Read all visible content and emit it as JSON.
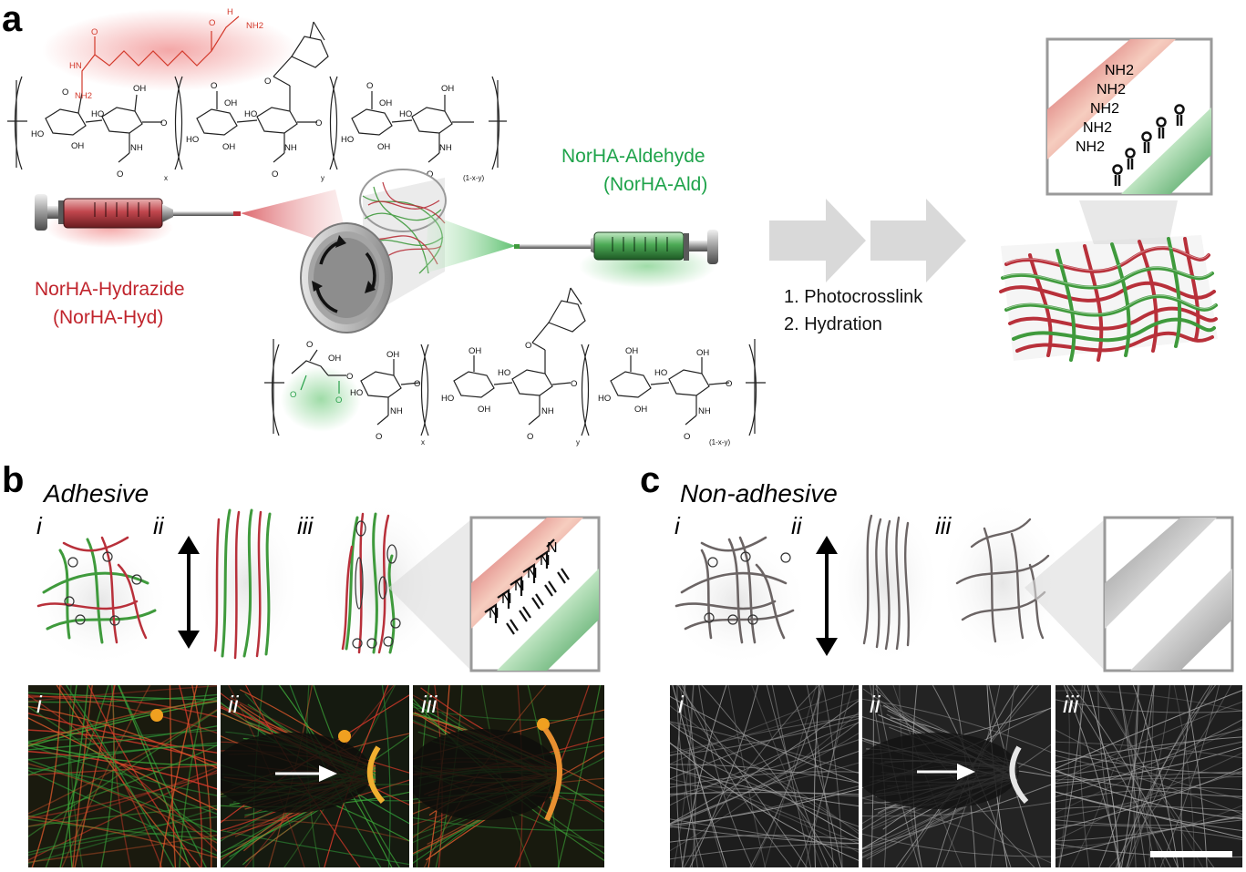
{
  "panels": {
    "a": {
      "letter": "a"
    },
    "b": {
      "letter": "b",
      "title": "Adhesive"
    },
    "c": {
      "letter": "c",
      "title": "Non-adhesive"
    }
  },
  "syringes": {
    "red_label_line1": "NorHA-Hydrazide",
    "red_label_line2": "(NorHA-Hyd)",
    "green_label_line1": "NorHA-Aldehyde",
    "green_label_line2": "(NorHA-Ald)"
  },
  "process_steps": [
    "1. Photocrosslink",
    "2. Hydration"
  ],
  "inset_groups": {
    "amine": "NH2"
  },
  "chem": {
    "top_subscripts": [
      "x",
      "y",
      "(1-x-y)"
    ],
    "bottom_subscripts": [
      "x",
      "y",
      "(1-x-y)"
    ],
    "atoms": {
      "ho": "HO",
      "oh": "OH",
      "o": "O",
      "nh": "NH",
      "n": "N",
      "h": "H",
      "nh2": "NH2",
      "hn": "HN"
    }
  },
  "roman_numerals": [
    "i",
    "ii",
    "iii"
  ],
  "colors": {
    "red_fiber": "#b8303a",
    "green_fiber": "#3f9a3c",
    "grey_fiber": "#6b6464",
    "red_label": "#c0242c",
    "green_label": "#1ea34a",
    "arrow_grey": "#d9d9d9"
  }
}
